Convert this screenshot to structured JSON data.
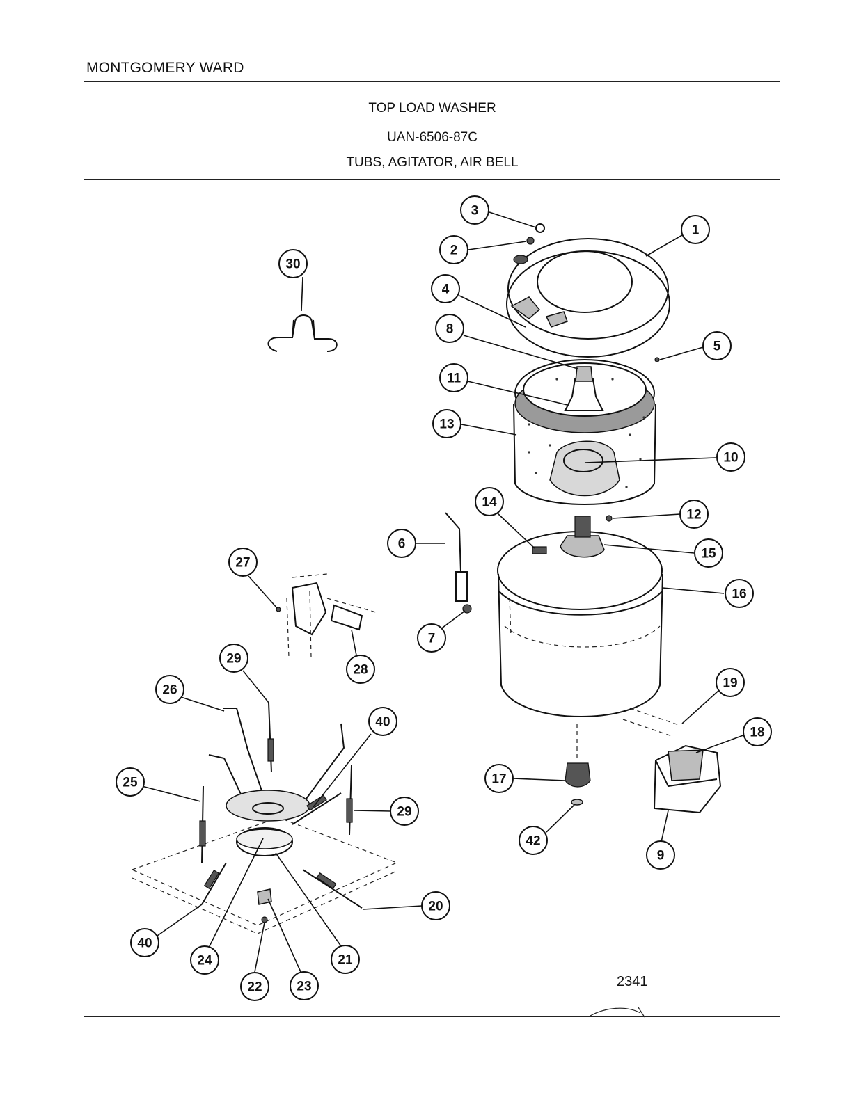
{
  "header": {
    "brand": "MONTGOMERY WARD",
    "product": "TOP LOAD WASHER",
    "model": "UAN-6506-87C",
    "section": "TUBS, AGITATOR, AIR BELL"
  },
  "figure_number": "2341",
  "callouts": [
    "1",
    "2",
    "3",
    "4",
    "5",
    "6",
    "7",
    "8",
    "9",
    "10",
    "11",
    "12",
    "13",
    "14",
    "15",
    "16",
    "17",
    "18",
    "19",
    "20",
    "21",
    "22",
    "23",
    "24",
    "25",
    "26",
    "27",
    "28",
    "29",
    "29",
    "30",
    "40",
    "40",
    "42"
  ]
}
